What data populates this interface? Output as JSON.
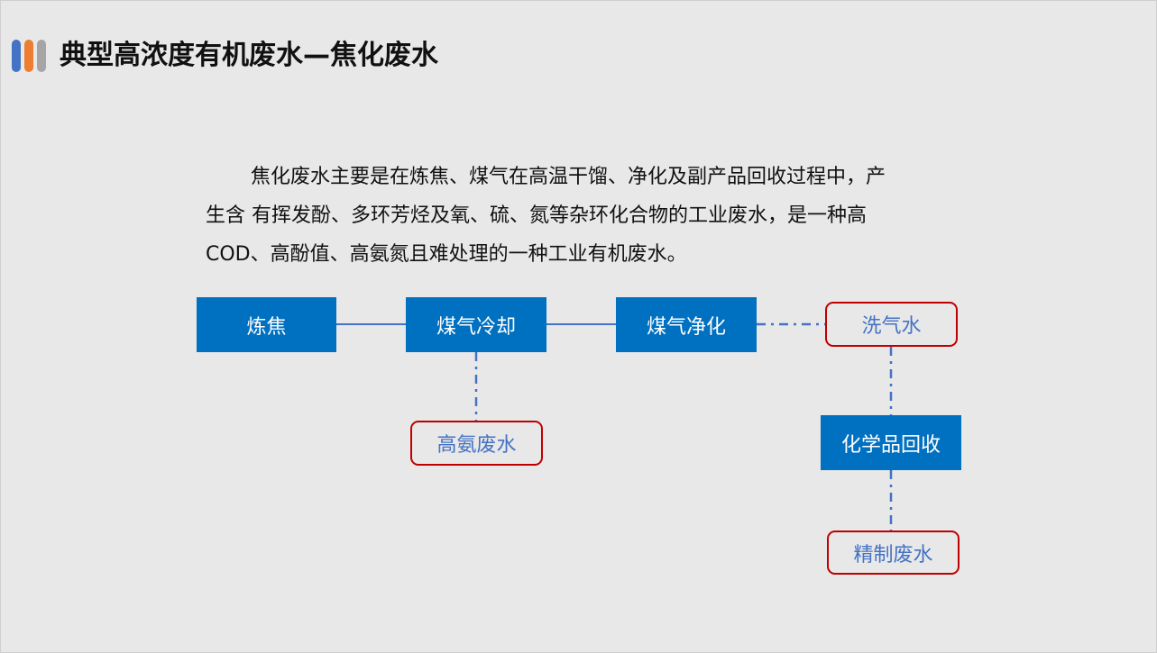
{
  "title": "典型高浓度有机废水—焦化废水",
  "colors": {
    "bar_blue": "#4472c4",
    "bar_orange": "#ed7d31",
    "bar_gray": "#a5a5a5",
    "process_fill": "#0070c0",
    "waste_border": "#c00000",
    "waste_text": "#4472c4",
    "connector": "#4472c4"
  },
  "intro_lines": [
    "焦化废水主要是在炼焦、煤气在高温干馏、净化及副产品回收过程中，产",
    "生含 有挥发酚、多环芳烃及氧、硫、氮等杂环化合物的工业废水，是一种高",
    "COD、高酚值、高氨氮且难处理的一种工业有机废水。"
  ],
  "diagram": {
    "process_nodes": [
      {
        "id": "coking",
        "label": "炼焦"
      },
      {
        "id": "gas-cooling",
        "label": "煤气冷却"
      },
      {
        "id": "gas-purification",
        "label": "煤气净化"
      },
      {
        "id": "chemical-recovery",
        "label": "化学品回收"
      }
    ],
    "wastewater_nodes": [
      {
        "id": "gas-washing-water",
        "label": "洗气水"
      },
      {
        "id": "high-ammonia-wastewater",
        "label": "高氨废水"
      },
      {
        "id": "refining-wastewater",
        "label": "精制废水"
      }
    ],
    "edges": [
      {
        "from": "coking",
        "to": "gas-cooling",
        "style": "solid"
      },
      {
        "from": "gas-cooling",
        "to": "gas-purification",
        "style": "solid"
      },
      {
        "from": "gas-purification",
        "to": "gas-washing-water",
        "style": "dash-dot"
      },
      {
        "from": "gas-cooling",
        "to": "high-ammonia-wastewater",
        "style": "dash-dot"
      },
      {
        "from": "gas-washing-water",
        "to": "chemical-recovery",
        "style": "dash-dot"
      },
      {
        "from": "chemical-recovery",
        "to": "refining-wastewater",
        "style": "dash-dot"
      }
    ]
  }
}
